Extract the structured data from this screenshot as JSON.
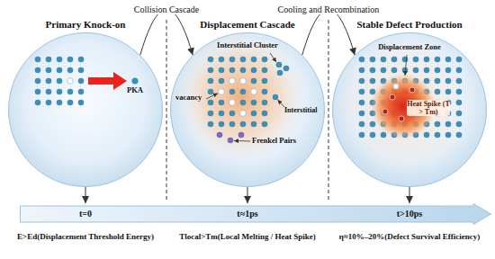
{
  "diagram": {
    "nodes": [
      {
        "text": [
          "Primary Knock-on"
        ]
      },
      {
        "text": [
          "Displacement Cascade"
        ]
      },
      {
        "text": [
          "Stable Defect Production"
        ]
      },
      {
        "text": [
          "t=0",
          "t≈1ps",
          "t>10ps"
        ]
      }
    ],
    "edges": [
      {
        "from": 0,
        "to": 1,
        "label": "Collision Cascade",
        "arrow": "to"
      },
      {
        "from": 1,
        "to": 2,
        "label": "Cooling and Recombination",
        "arrow": "to"
      },
      {
        "from": 0,
        "to": 3,
        "arrow": "to"
      },
      {
        "from": 1,
        "to": 3,
        "arrow": "to"
      },
      {
        "from": 2,
        "to": 3,
        "arrow": "to"
      }
    ],
    "labels": [
      "PKA",
      "Interstitial Cluster",
      "Interstitial",
      "vacancy",
      "Frenkel Pairs",
      "Displacement Zone",
      "Heat Spike (T > Tm)",
      "E>Ed(Displacement Threshold Energy)",
      "Tlocal>Tm(Local Melting / Heat Spike)",
      "η≈10%–20%(Defect Survival Efficiency)"
    ]
  }
}
